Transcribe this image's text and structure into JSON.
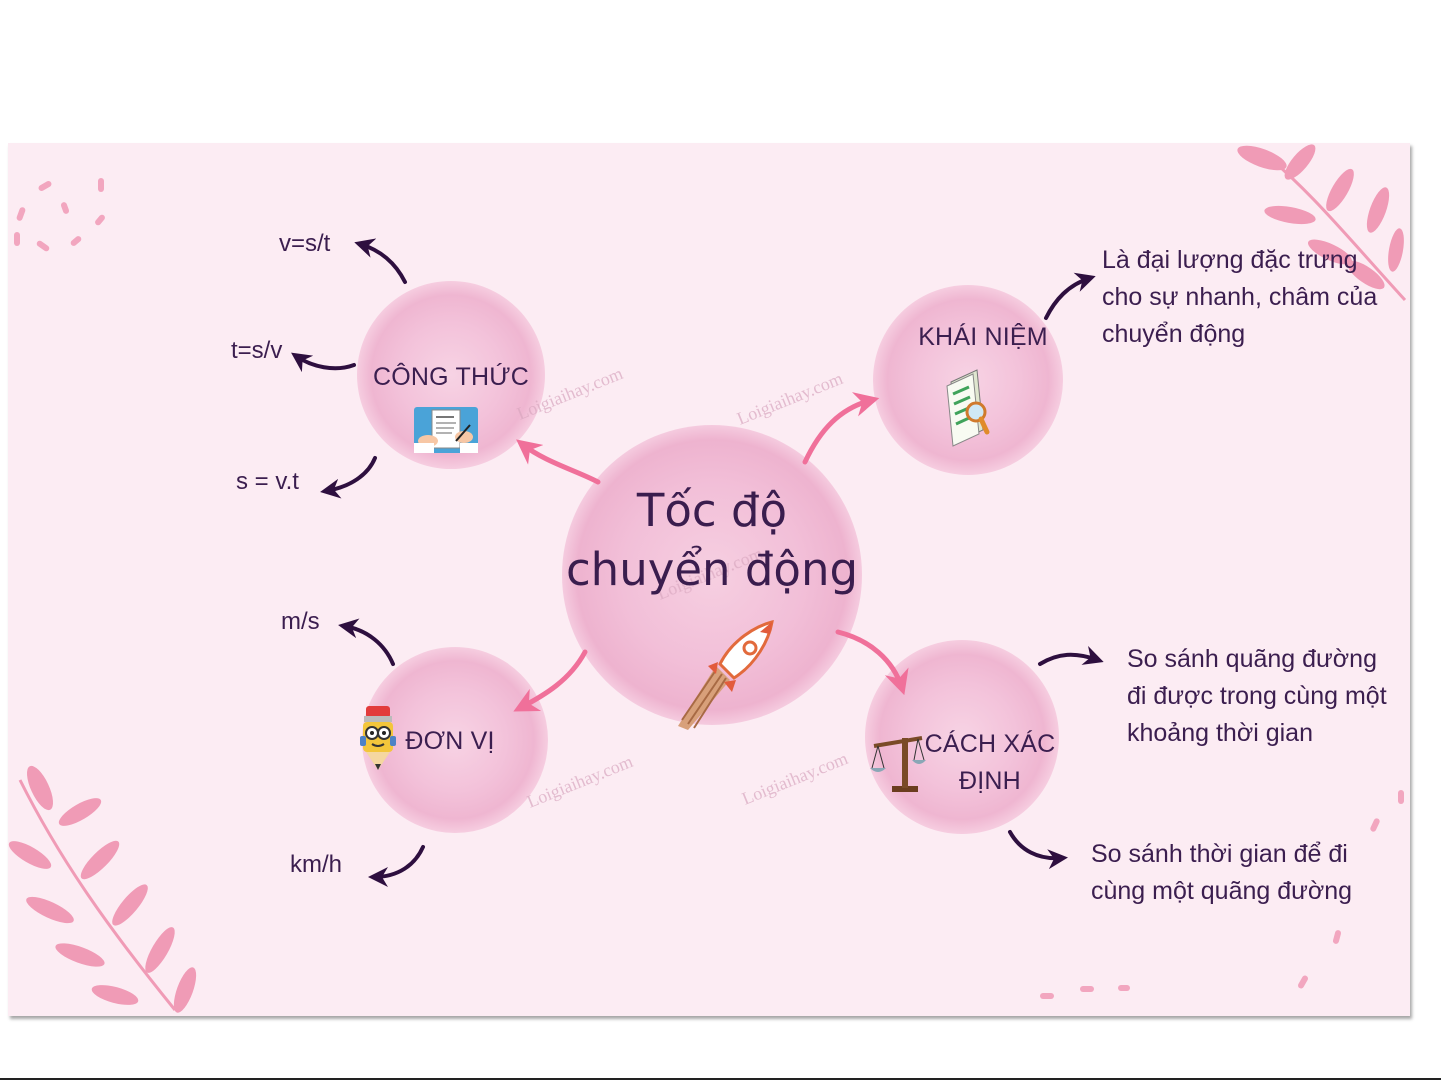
{
  "diagram": {
    "center": {
      "line1": "Tốc độ",
      "line2": "chuyển động"
    },
    "nodes": {
      "cong_thuc": {
        "title": "CÔNG THỨC",
        "leaves": [
          "v=s/t",
          "t=s/v",
          "s = v.t"
        ]
      },
      "khai_niem": {
        "title": "KHÁI NIỆM",
        "description": [
          "Là đại lượng đặc trưng",
          "cho sự nhanh, châm của",
          "chuyển động"
        ]
      },
      "don_vi": {
        "title": "ĐƠN VỊ",
        "leaves": [
          "m/s",
          "km/h"
        ]
      },
      "cach_xac_dinh": {
        "title_line1": "CÁCH XÁC",
        "title_line2": "ĐỊNH",
        "method1": [
          "So sánh quãng đường",
          "đi được trong cùng một",
          "khoảng thời gian"
        ],
        "method2": [
          "So sánh thời gian để đi",
          "cùng một quãng đường"
        ]
      }
    },
    "watermark": "Loigiaihay.com",
    "colors": {
      "background": "#fcecf3",
      "bubble": "#f4c6dc",
      "pink_arrow": "#f0709a",
      "dark_arrow": "#2e0f3f",
      "text": "#3b1e4f",
      "leaf_decor": "#f09bb6"
    }
  }
}
